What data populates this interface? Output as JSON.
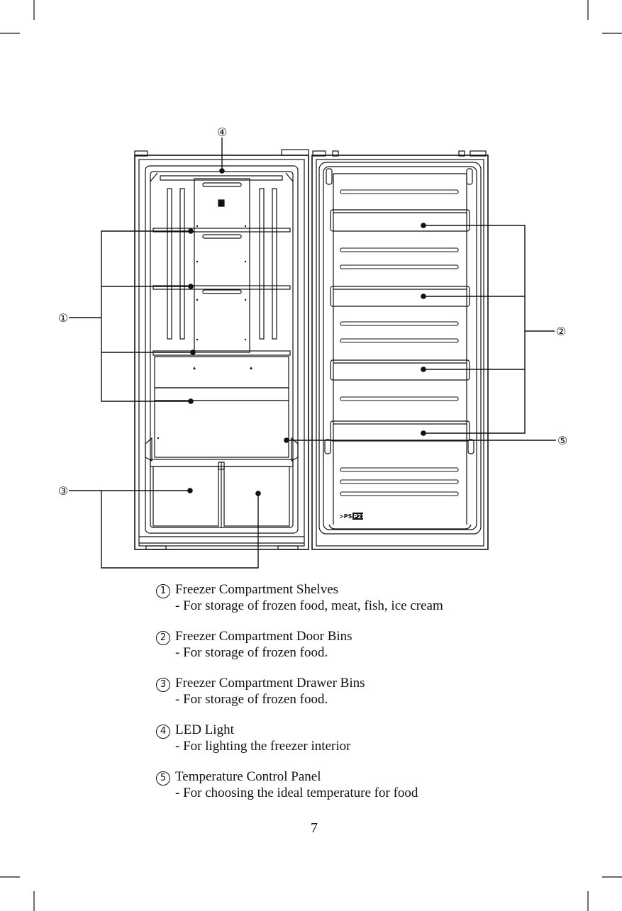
{
  "callouts": [
    {
      "num": "①",
      "label": "Freezer Compartment Shelves"
    },
    {
      "num": "②",
      "label": "Freezer Compartment Door Bins"
    },
    {
      "num": "③",
      "label": "Freezer Compartment Drawer Bins"
    },
    {
      "num": "④",
      "label": "LED Light"
    },
    {
      "num": "⑤",
      "label": "Temperature Control Panel"
    }
  ],
  "legend": [
    {
      "num": "1",
      "title": "Freezer Compartment Shelves",
      "desc": "- For storage of frozen food, meat, fish, ice cream"
    },
    {
      "num": "2",
      "title": "Freezer Compartment Door Bins",
      "desc": "- For storage of frozen food."
    },
    {
      "num": "3",
      "title": "Freezer Compartment Drawer Bins",
      "desc": "- For storage of frozen food."
    },
    {
      "num": "4",
      "title": "LED Light",
      "desc": "- For lighting the freezer interior"
    },
    {
      "num": "5",
      "title": "Temperature Control Panel",
      "desc": "- For choosing the ideal temperature for food"
    }
  ],
  "door_marking": ">PS<",
  "door_marking_box": "P21",
  "page_number": "7"
}
